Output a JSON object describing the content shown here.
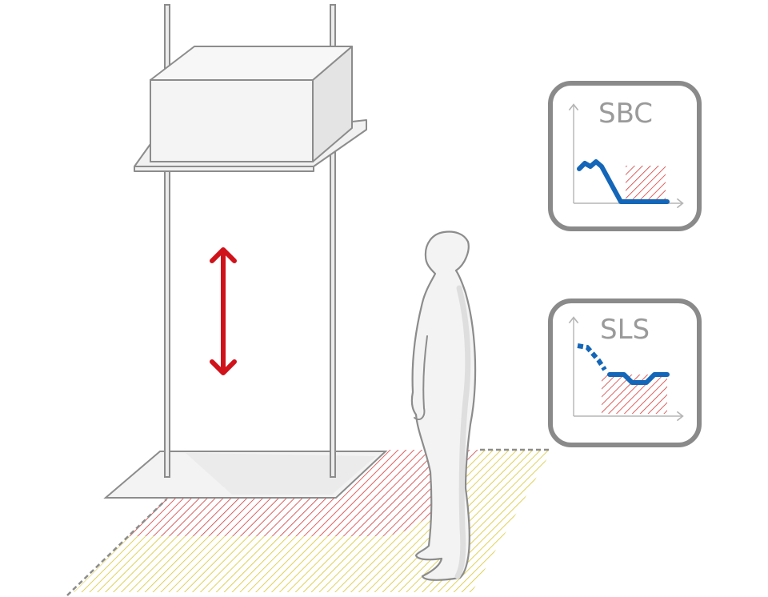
{
  "icons": [
    {
      "label": "SBC"
    },
    {
      "label": "SLS"
    }
  ],
  "colors": {
    "outline": "#8c8c8c",
    "box_fill": "#f4f4f4",
    "box_shade": "#e2e2e2",
    "arrow": "#d0121b",
    "hazard_red": "#d43b3b",
    "hazard_yellow": "#d9c632",
    "signal_blue": "#1466b8",
    "icon_frame": "#8a8a8a"
  },
  "icon_names": [
    "vertical-motion-arrow",
    "person-silhouette",
    "lift-platform",
    "sbc-function-icon",
    "sls-function-icon"
  ]
}
